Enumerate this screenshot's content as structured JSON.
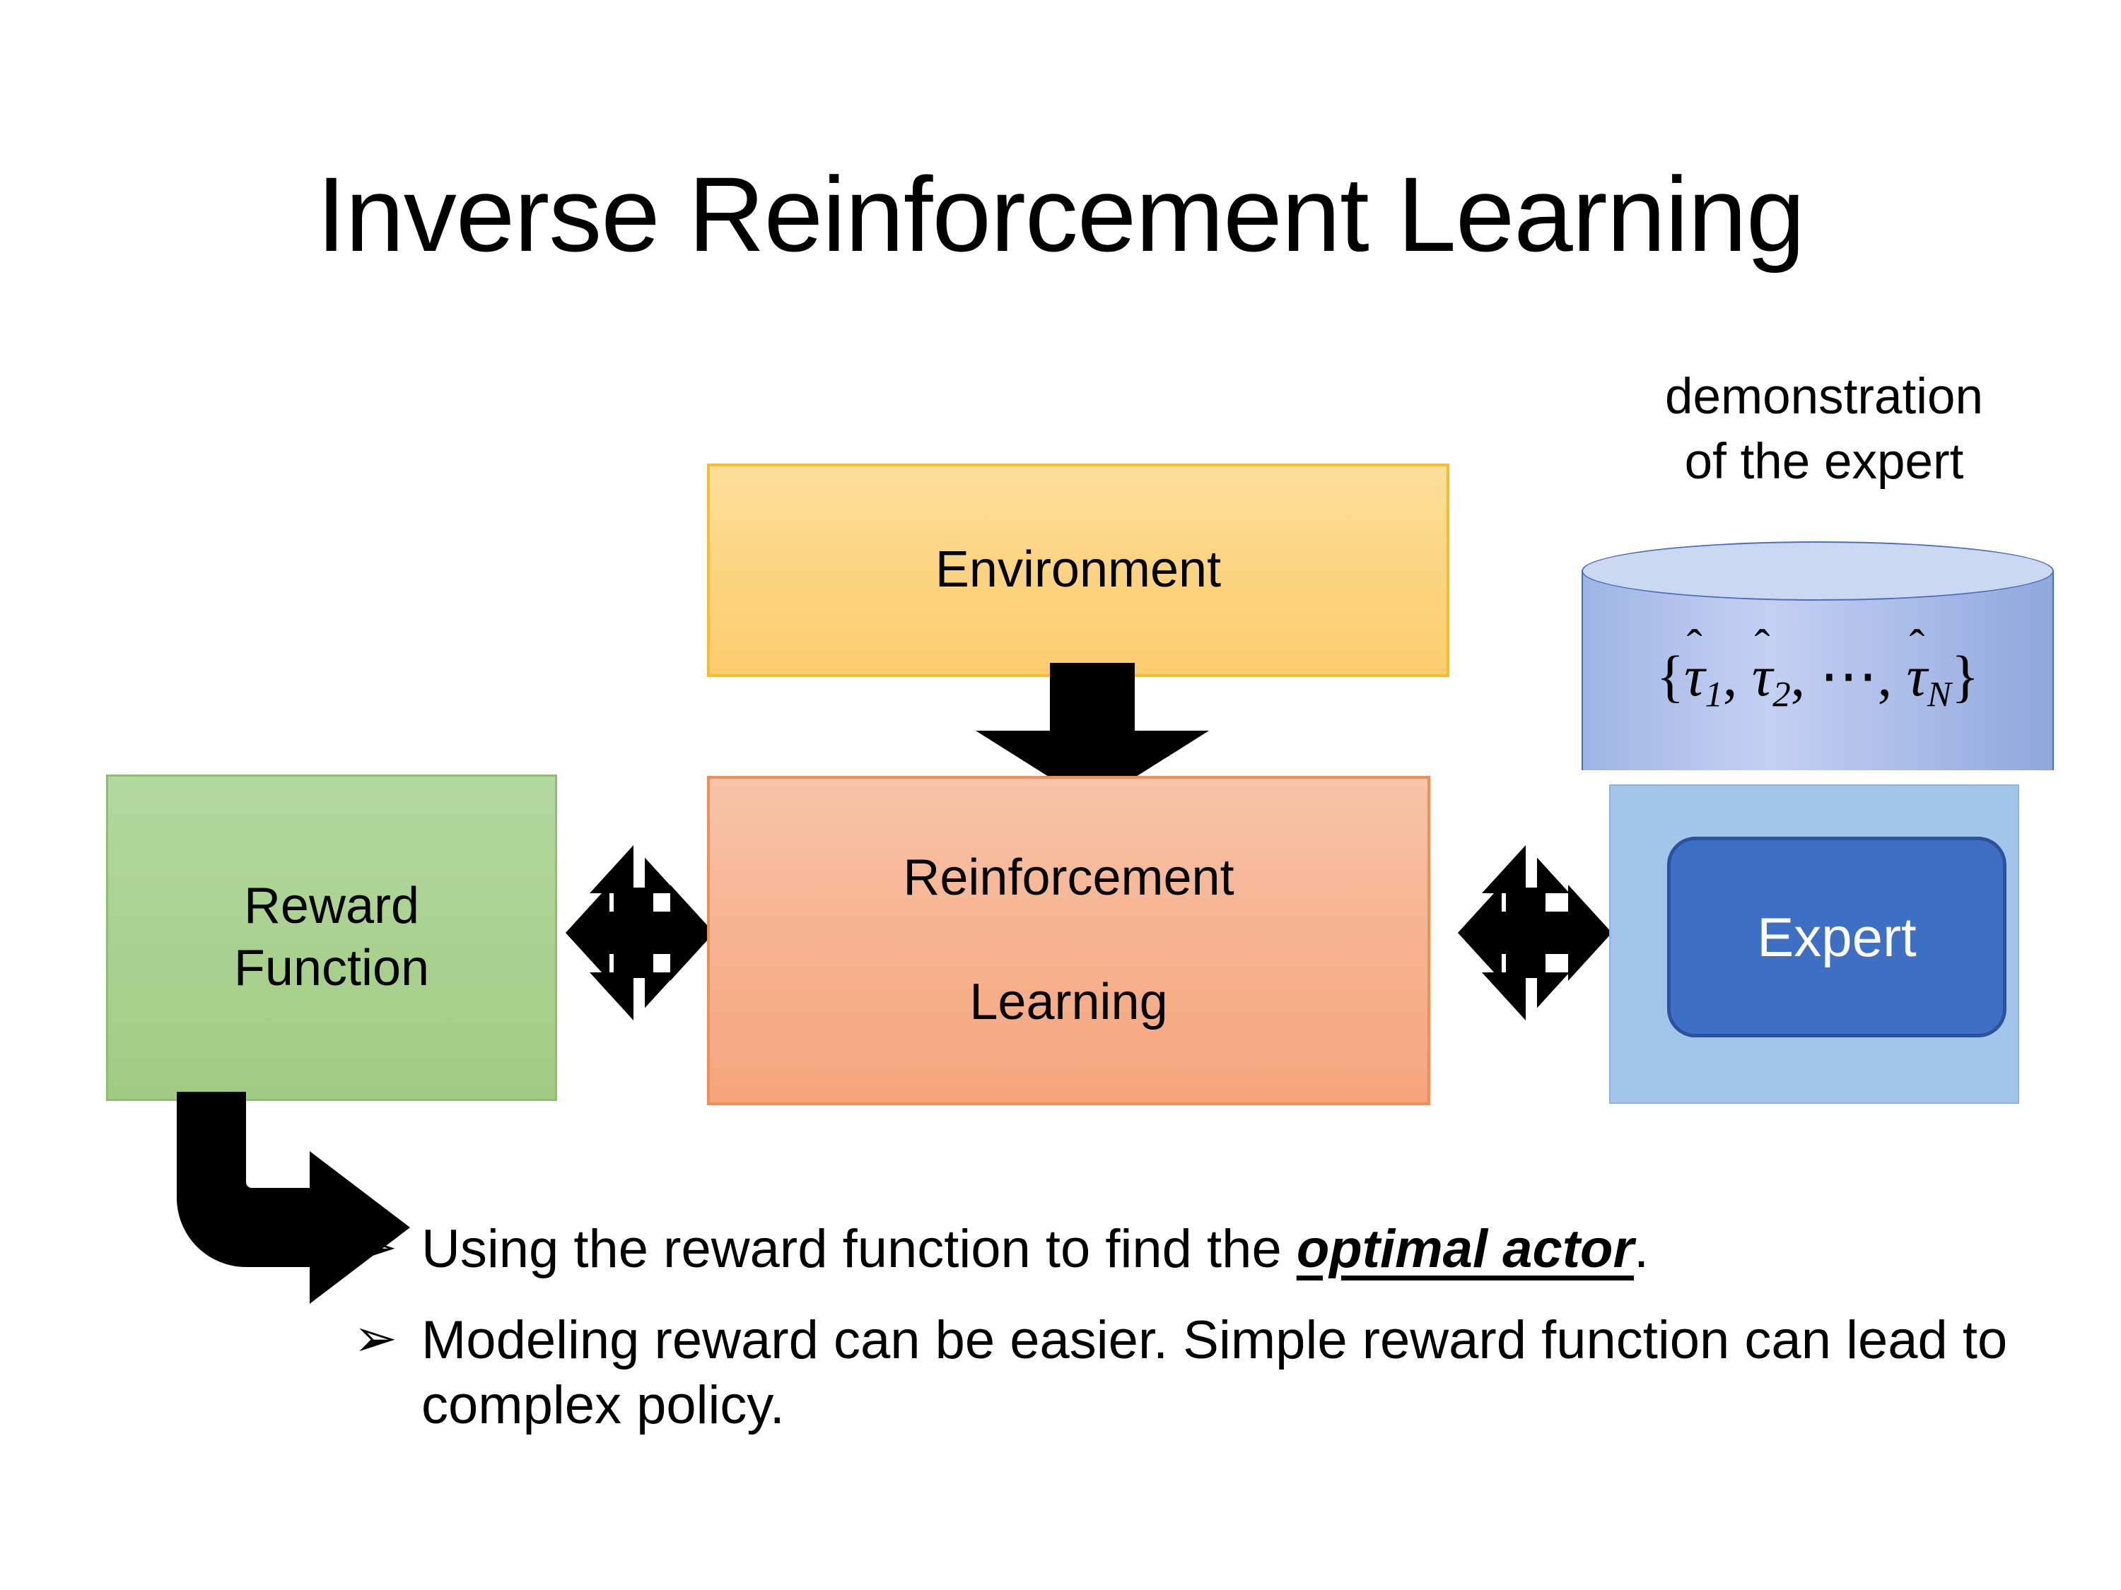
{
  "slide": {
    "title": "Inverse Reinforcement Learning",
    "background_color": "#ffffff"
  },
  "diagram": {
    "environment_box": {
      "label": "Environment",
      "fill_color": "#fcd583",
      "border_color": "#f5bd2b"
    },
    "reward_box": {
      "label_line1": "Reward",
      "label_line2": "Function",
      "fill_color": "#a9d18e",
      "border_color": "#8cbf74"
    },
    "rl_box": {
      "label_line1": "Reinforcement",
      "label_line2": "Learning",
      "fill_color": "#f7b795",
      "border_color": "#f08e56"
    },
    "expert_group": {
      "caption_line1": "demonstration",
      "caption_line2": "of the expert",
      "cylinder": {
        "formula_open_brace": "{",
        "formula_terms": [
          "τ",
          "τ",
          "τ"
        ],
        "formula_hat": "̂",
        "formula_subscripts": [
          "1",
          "2",
          "N"
        ],
        "formula_ellipsis": "⋯",
        "formula_close_brace": "}",
        "formula_plain": "{τ̂1, τ̂2, ⋯, τ̂N}",
        "body_color": "#a8bbe8",
        "top_color": "#cbd8f2",
        "stroke_color": "#4a6fc0"
      },
      "base_fill_color": "#a3c5ea",
      "expert_chip": {
        "label": "Expert",
        "fill_color": "#3d6fc4",
        "border_color": "#2a539b",
        "text_color": "#ffffff"
      }
    },
    "arrows": {
      "environment_to_rl": "down-arrow",
      "reward_to_rl": "double-headed-four-way-arrow",
      "rl_to_expert": "double-headed-four-way-arrow",
      "reward_to_bullets": "bent-arrow",
      "color": "#000000"
    }
  },
  "bullets": {
    "marker": "➢",
    "items": [
      {
        "prefix": "Using the reward function to find the ",
        "emphasis": "optimal actor",
        "suffix": "."
      },
      {
        "prefix": "Modeling reward can be easier. Simple reward function can lead to complex policy.",
        "emphasis": "",
        "suffix": ""
      }
    ]
  }
}
